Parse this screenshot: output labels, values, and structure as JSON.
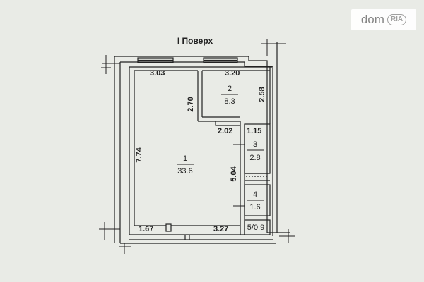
{
  "title": "I Поверх",
  "watermark": {
    "brand": "dom",
    "badge": "RIA"
  },
  "rooms": [
    {
      "number": "1",
      "area": "33.6"
    },
    {
      "number": "2",
      "area": "8.3"
    },
    {
      "number": "3",
      "area": "2.8"
    },
    {
      "number": "4",
      "area": "1.6"
    },
    {
      "combined": "5/0.9"
    }
  ],
  "dimensions": {
    "room1_top": "3.03",
    "room2_top": "3.20",
    "room2_left": "2.70",
    "room2_right": "2.58",
    "room2_bottom": "2.02",
    "room3_top": "1.15",
    "room1_left": "7.74",
    "room1_right": "5.04",
    "bottom_left": "1.67",
    "bottom_right": "3.27"
  },
  "colors": {
    "line": "#222222",
    "background": "#e9ebe6"
  }
}
